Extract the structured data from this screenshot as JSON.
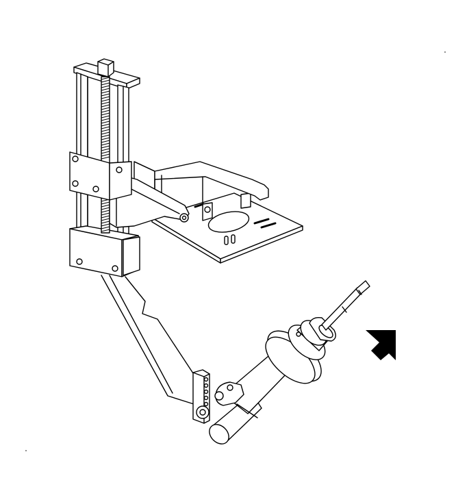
{
  "figure": {
    "background": "#ffffff",
    "line_color": "#000000",
    "components": [
      {
        "name": "vertical-column",
        "icon": "column-frame"
      },
      {
        "name": "lead-screw",
        "icon": "threaded-rod"
      },
      {
        "name": "carriage-bracket",
        "icon": "sliding-bracket"
      },
      {
        "name": "upper-mount-plate",
        "icon": "mounting-plate"
      },
      {
        "name": "lower-support-arm",
        "icon": "support-arm"
      },
      {
        "name": "strut-clamp",
        "icon": "clamp"
      },
      {
        "name": "strut-assembly",
        "icon": "shock-absorber"
      },
      {
        "name": "direction-arrow",
        "icon": "arrow-icon"
      }
    ]
  }
}
